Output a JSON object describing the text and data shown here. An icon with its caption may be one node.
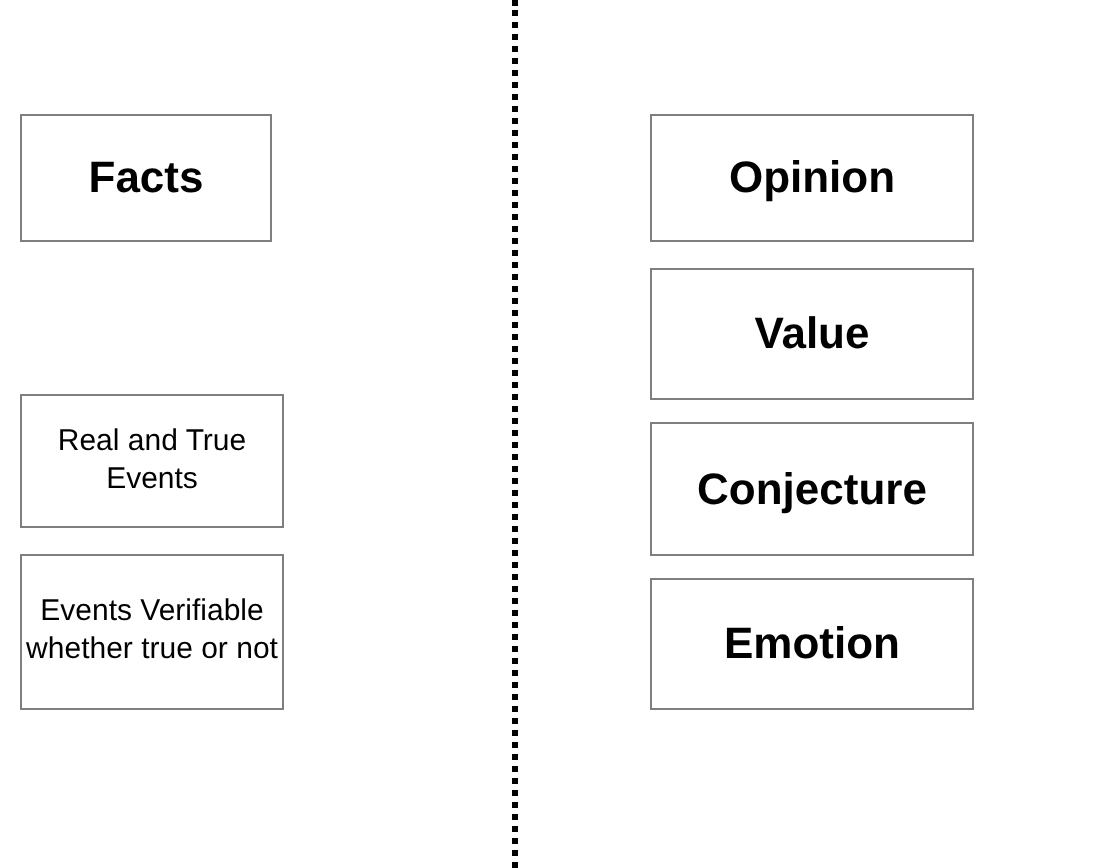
{
  "diagram": {
    "nodes": [
      {
        "text": [
          "Facts"
        ]
      },
      {
        "text": [
          "Real and True Events"
        ]
      },
      {
        "text": [
          "Events Verifiable whether true or not"
        ]
      },
      {
        "text": [
          "Opinion"
        ]
      },
      {
        "text": [
          "Value"
        ]
      },
      {
        "text": [
          "Conjecture"
        ]
      },
      {
        "text": [
          "Emotion"
        ]
      }
    ]
  }
}
